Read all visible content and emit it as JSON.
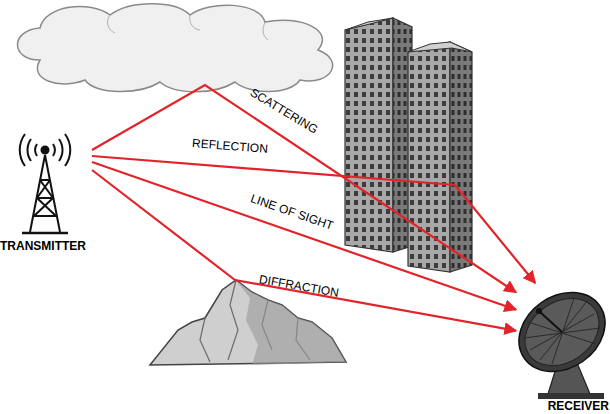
{
  "diagram": {
    "nodes": [
      {
        "text": [
          "TRANSMITTER"
        ]
      },
      {
        "text": [
          "RECEIVER"
        ]
      }
    ],
    "edges": [
      {
        "from": 0,
        "to": 1,
        "arrow": "to",
        "label": "SCATTERING"
      },
      {
        "from": 0,
        "to": 1,
        "arrow": "to",
        "label": "REFLECTION"
      },
      {
        "from": 0,
        "to": 1,
        "arrow": "to",
        "label": "LINE OF SIGHT"
      },
      {
        "from": 0,
        "to": 1,
        "arrow": "to",
        "label": "DIFFRACTION"
      }
    ]
  }
}
